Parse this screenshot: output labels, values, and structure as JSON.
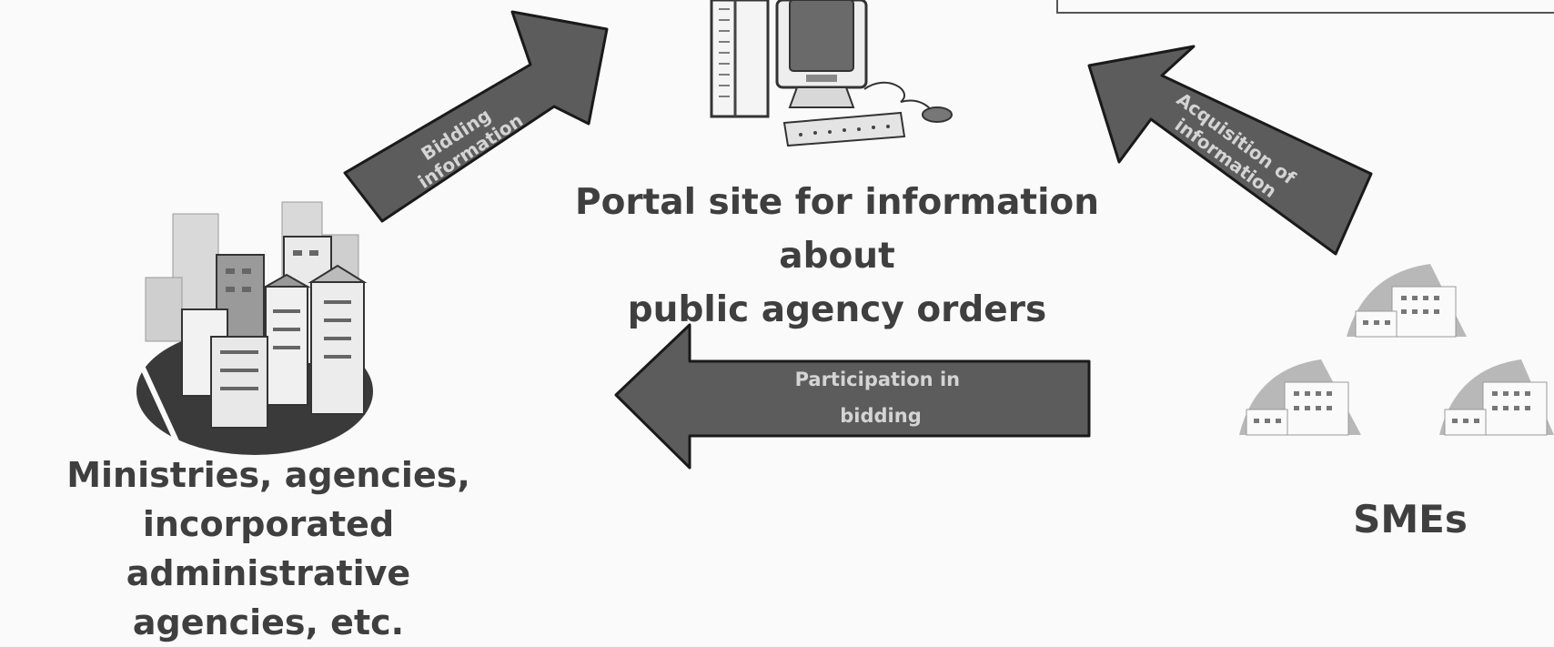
{
  "portal": {
    "title_line1": "Portal site for information about",
    "title_line2": "public agency orders",
    "icon": "computer-tower-icon"
  },
  "ministries": {
    "label_line1": "Ministries, agencies,",
    "label_line2": "incorporated administrative",
    "label_line3": "agencies, etc.",
    "icon": "city-buildings-icon"
  },
  "smes": {
    "label": "SMEs",
    "icon": "office-buildings-icon"
  },
  "arrows": {
    "bidding_info": {
      "line1": "Bidding",
      "line2": "information"
    },
    "acquisition_info": {
      "line1": "Acquisition of",
      "line2": "information"
    },
    "participation": {
      "line1": "Participation in",
      "line2": "bidding"
    }
  },
  "colors": {
    "arrow_fill": "#5c5c5c",
    "arrow_text": "#d4d4d4",
    "heading_text": "#3f3f3f",
    "background": "#fafafa"
  }
}
